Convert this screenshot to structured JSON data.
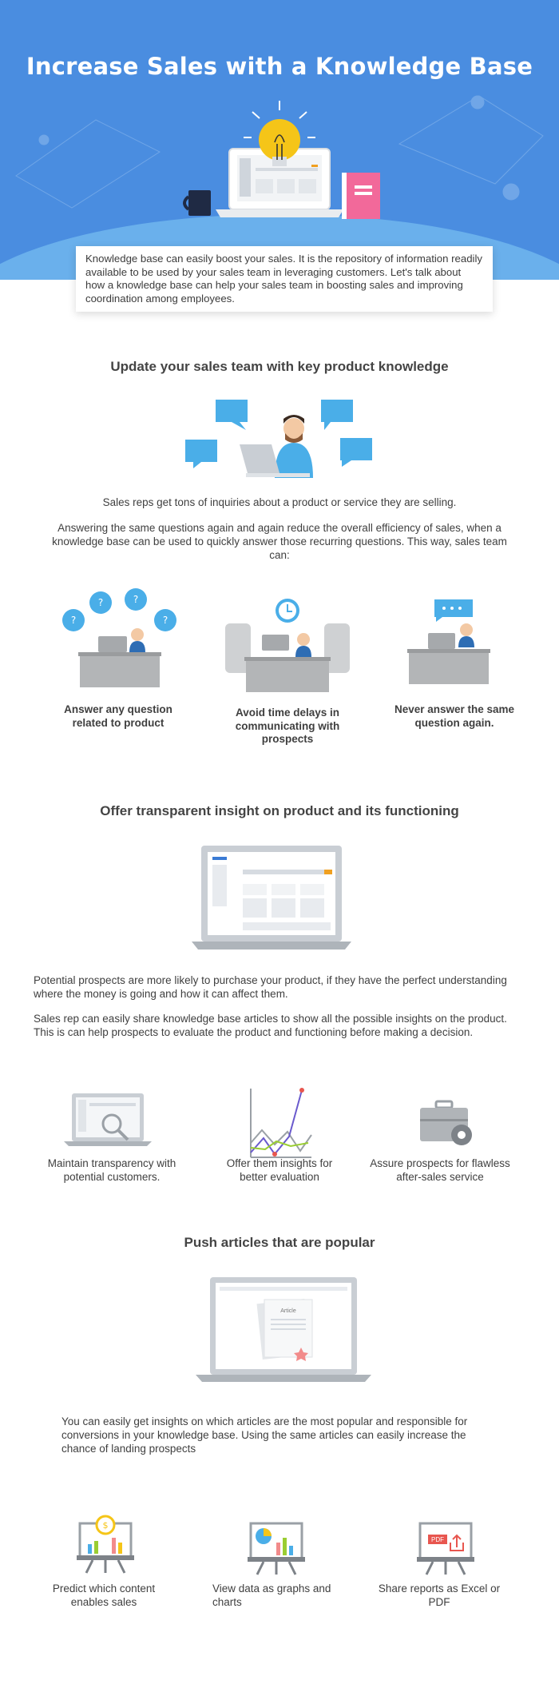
{
  "hero": {
    "title": "Increase Sales with a Knowledge Base",
    "intro": "Knowledge base can easily boost your sales. It is the repository of information readily available to be used by your sales team in leveraging customers. Let's talk about how a knowledge base can help your sales team in boosting sales and improving coordination among employees."
  },
  "section1": {
    "heading": "Update your sales team with key product knowledge",
    "para1": "Sales reps get tons of inquiries about a product or service they are selling.",
    "para2": "Answering the same questions again and again reduce the overall efficiency of sales, when a knowledge base can be used to quickly answer those recurring questions. This way, sales team can:",
    "items": [
      {
        "label": "Answer any question related to product"
      },
      {
        "label": "Avoid time delays in communicating with prospects"
      },
      {
        "label": "Never answer the same question again."
      }
    ]
  },
  "section2": {
    "heading": "Offer transparent insight on product and its functioning",
    "para1": "Potential prospects are more likely to purchase your product, if they have the perfect understanding where the money is going and how it can affect them.",
    "para2": "Sales rep can easily share knowledge base articles to show all the possible insights on the product. This is can help prospects to evaluate the product and functioning before making a decision.",
    "items": [
      {
        "label": "Maintain transparency with potential customers."
      },
      {
        "label": "Offer them insights for better evaluation"
      },
      {
        "label": "Assure prospects for flawless after-sales service"
      }
    ]
  },
  "section3": {
    "heading": "Push articles that are popular",
    "article_label": "Article",
    "para1": "You can easily get insights on which articles are the most popular and responsible for conversions in your knowledge base. Using the same articles can easily increase the chance of landing prospects",
    "items": [
      {
        "label": "Predict which content enables sales"
      },
      {
        "label": "View data as graphs and charts"
      },
      {
        "label": "Share reports as Excel or PDF"
      }
    ],
    "pdf_label": "PDF",
    "dollar_label": "$"
  },
  "colors": {
    "hero_blue": "#4a8de0",
    "accent_blue": "#4aaee8",
    "bulb_yellow": "#f5c518",
    "book_pink": "#f2699a",
    "chart_red": "#e8564f"
  }
}
